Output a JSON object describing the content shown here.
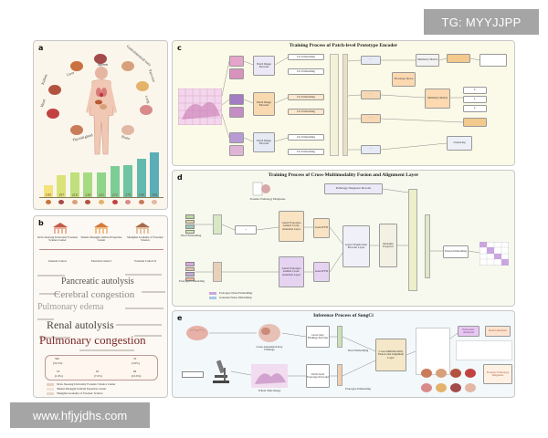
{
  "watermarks": {
    "top": "TG: MYYJJPP",
    "bottom": "www.hfjyjdhs.com"
  },
  "panel_a": {
    "label": "a",
    "organs": [
      {
        "name": "Liver",
        "color": "#c9723f"
      },
      {
        "name": "Spleen",
        "color": "#a34a4a"
      },
      {
        "name": "Gastrointestinal tract",
        "color": "#d8a07a"
      },
      {
        "name": "Kidney",
        "color": "#b3533f"
      },
      {
        "name": "Pancreas",
        "color": "#e4b26a"
      },
      {
        "name": "Heart",
        "color": "#c24242"
      },
      {
        "name": "Lung",
        "color": "#d98a8a"
      },
      {
        "name": "Thyroid gland",
        "color": "#c97b5a"
      },
      {
        "name": "Brain",
        "color": "#e2b7a4"
      }
    ],
    "bar_values": [
      "109",
      "197",
      "218",
      "218",
      "221",
      "272",
      "279",
      "339",
      "384"
    ],
    "bar_colors": [
      "#f4e27a",
      "#d9e37a",
      "#bfe07c",
      "#a6db82",
      "#8fd58a",
      "#7ccd95",
      "#6fc4a2",
      "#64b9ae",
      "#5aaeb8"
    ],
    "bar_fractions": [
      0.28,
      0.5,
      0.56,
      0.56,
      0.57,
      0.7,
      0.72,
      0.87,
      1.0
    ]
  },
  "panel_b": {
    "label": "b",
    "centers": [
      {
        "name": "Xi'an Jiaotong University Forensic Science Center",
        "cohort": "Internal Cohort"
      },
      {
        "name": "Shanxi Zhongjin Judicial Expertise Center",
        "cohort": "External Cohort I"
      },
      {
        "name": "Shanghai Academy of Forensic Science",
        "cohort": "External Cohort II"
      }
    ],
    "words": [
      {
        "text": "Pancreatic autolysis",
        "color": "#555555"
      },
      {
        "text": "Cerebral congestion",
        "color": "#8a8a8a"
      },
      {
        "text": "Pulmonary edema",
        "color": "#a0a0a0"
      },
      {
        "text": "Renal autolysis",
        "color": "#444444"
      },
      {
        "text": "Pulmonary congestion",
        "color": "#7a2a2a"
      }
    ],
    "stats": [
      "596",
      "(52.2%)",
      "18",
      "(1.9%)",
      "65",
      "(7.2%)",
      "33",
      "(3.6%)",
      "96",
      "(10.6%)"
    ],
    "legend": [
      "Xi'an Jiaotong University Forensic Science Center",
      "Shanxi Zhongjin Judicial Expertise Center",
      "Shanghai Academy of Forensic Science"
    ],
    "legend_colors": [
      "#e9cfc0",
      "#f3e3d3",
      "#e6d9c6"
    ]
  },
  "panel_c": {
    "label": "c",
    "title": "Training Process of Patch-level Prototype Encoder",
    "encoders": [
      "Patch Image Encoder",
      "Patch Image Encoder",
      "Patch Image Encoder"
    ],
    "embeddings": [
      "Ch. Embedding",
      "Ch. Embedding",
      "Ch. Embedding",
      "Ch. Embedding",
      "Ch. Embedding",
      "Ch. Embedding"
    ],
    "outputs": [
      "Similarity Matrix",
      "Prototype Space",
      "Similarity Matrix",
      "Clustering"
    ],
    "loss_labels": [
      "L",
      "L",
      "L"
    ]
  },
  "panel_d": {
    "label": "d",
    "title": "Training Process of Cross-Multimodality Fusion and Alignment Layer",
    "top_labels": [
      "Forensic Pathology Diagnoses",
      "Pathology Diagnoses Encoder"
    ],
    "left_labels": [
      "Word Embedding",
      "Prototype Embedding"
    ],
    "blocks": [
      "Gated Prototype Guided Cross-Attention Layer",
      "Gated FFN",
      "Gated Transformer Encoder Layer",
      "Modality Projector",
      "Gated Prototype Guided Cross-Attention Layer",
      "Gated FFN",
      "Fusion Embedding"
    ],
    "legend": [
      "Prototype Noise Embedding",
      "Gaussian Noise Embedding"
    ]
  },
  "panel_e": {
    "label": "e",
    "title": "Inference Process of SongCi",
    "left_items": [
      "Gross Anatomical Key Findings",
      "Whole Slide Image"
    ],
    "encoders": [
      "Gross Key Findings Encoder",
      "Patch-level Prototype Encoder"
    ],
    "mid": [
      "Word Embedding",
      "Prototype Embedding",
      "Cross-Multimodality Fusion and Alignment Layer"
    ],
    "right_tags": [
      "Pancreatic Autolysis",
      "Renal autolysis"
    ],
    "final": "Forensic Pathology Diagnosis"
  }
}
